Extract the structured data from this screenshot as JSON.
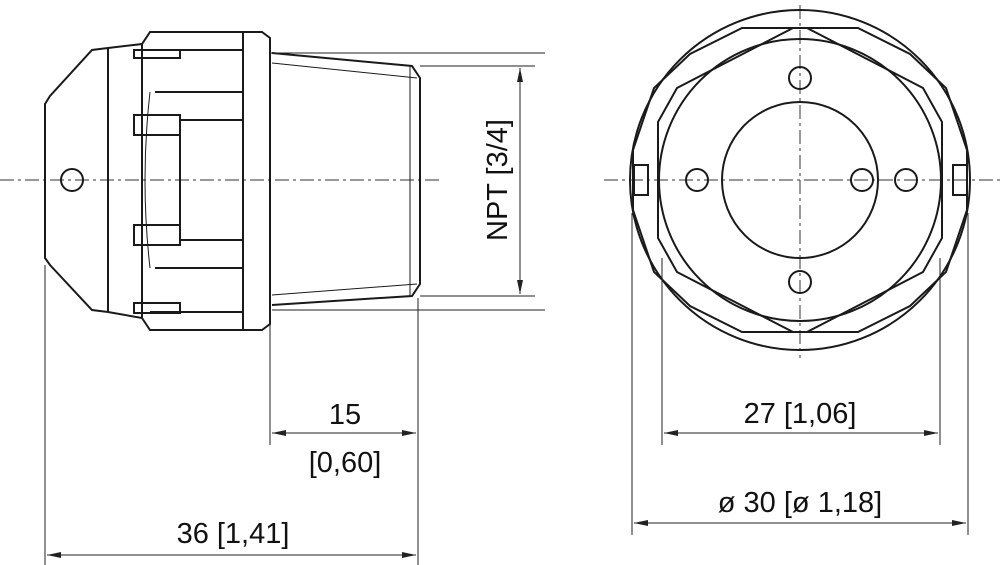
{
  "dimensions": {
    "thread": "NPT [3/4]",
    "thread_length_mm": "15",
    "thread_length_in": "[0,60]",
    "total_length": "36 [1,41]",
    "inner_diameter": "27 [1,06]",
    "outer_diameter": "ø 30 [ø 1,18]"
  }
}
